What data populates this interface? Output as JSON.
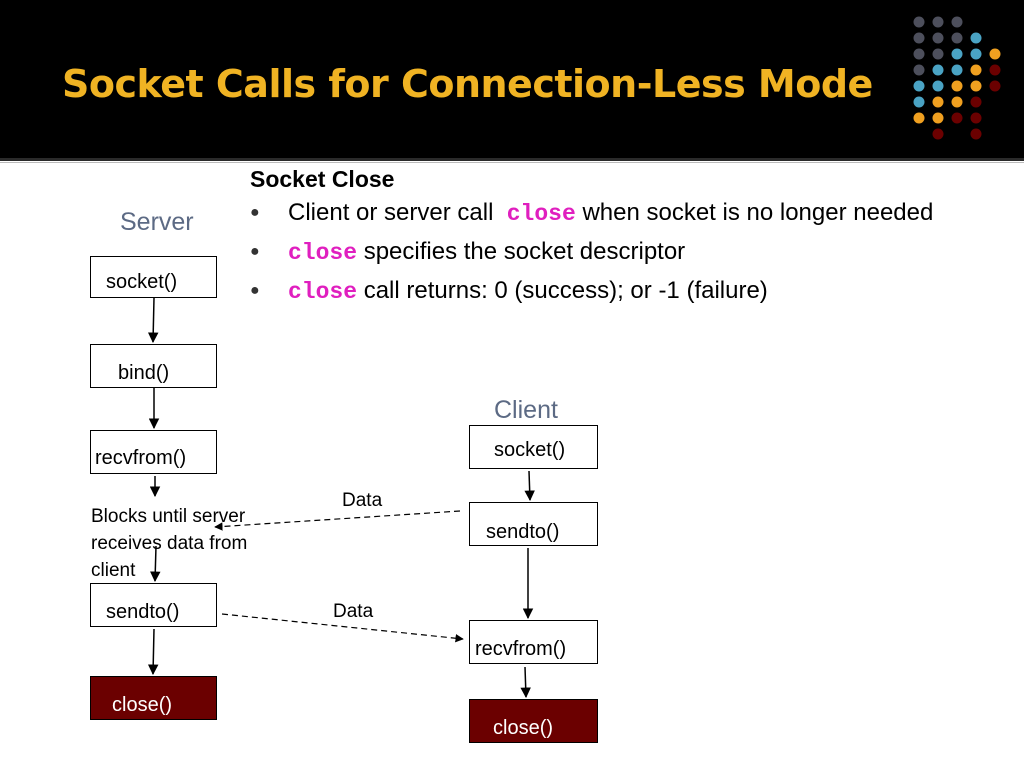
{
  "slide": {
    "title": "Socket Calls for Connection-Less Mode",
    "colors": {
      "title": "#f0b323",
      "header_bg": "#000000",
      "accent_code": "#e01fbf",
      "close_box": "#6b0000",
      "column_label": "#5c6a84"
    }
  },
  "content": {
    "heading": "Socket Close",
    "bullets": [
      {
        "pre": "Client or server call",
        "code": "close",
        "post": "when socket is no longer needed"
      },
      {
        "pre": "",
        "code": "close",
        "post": "specifies the socket descriptor"
      },
      {
        "pre": "",
        "code": "close",
        "post": "call returns: 0 (success); or -1 (failure)"
      }
    ]
  },
  "diagram": {
    "server": {
      "label": "Server",
      "steps": [
        "socket()",
        "bind()",
        "recvfrom()",
        "sendto()",
        "close()"
      ],
      "note": "Blocks until server receives data from client"
    },
    "client": {
      "label": "Client",
      "steps": [
        "socket()",
        "sendto()",
        "recvfrom()",
        "close()"
      ]
    },
    "messages": [
      {
        "label": "Data",
        "from": "client.sendto()",
        "to": "server.recvfrom()"
      },
      {
        "label": "Data",
        "from": "server.sendto()",
        "to": "client.recvfrom()"
      }
    ]
  }
}
